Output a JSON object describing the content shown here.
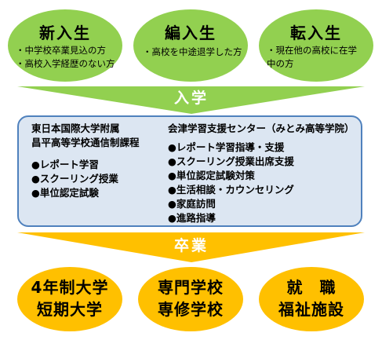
{
  "entry_types": [
    {
      "title": "新入生",
      "lines": [
        "・中学校卒業見込の方",
        "・高校入学経歴のない方"
      ]
    },
    {
      "title": "編入生",
      "lines": [
        "・高校を中途退学した方"
      ]
    },
    {
      "title": "転入生",
      "lines": [
        "・現在他の高校に在学",
        "中の方"
      ]
    }
  ],
  "arrow_top_label": "入学",
  "school": {
    "name_line1": "東日本国際大学附属",
    "name_line2": "昌平高等学校通信制課程",
    "items": [
      "●レポート学習",
      "●スクーリング授業",
      "●単位認定試験"
    ]
  },
  "support": {
    "name": "会津学習支援センター（みとみ高等学院）",
    "items": [
      "●レポート学習指導・支援",
      "●スクーリング授業出席支援",
      "●単位認定試験対策",
      "●生活相談・カウンセリング",
      "●家庭訪問",
      "●進路指導"
    ]
  },
  "arrow_bottom_label": "卒業",
  "destinations": [
    {
      "line1": "4年制大学",
      "line2": "短期大学"
    },
    {
      "line1": "専門学校",
      "line2": "専修学校"
    },
    {
      "line1": "就　職",
      "line2": "福祉施設"
    }
  ],
  "colors": {
    "entry": "#92d050",
    "arrow_top": "#92d050",
    "box_fill": "#dce6f2",
    "box_border": "#4f81bd",
    "arrow_bottom": "#ffc000",
    "destination": "#ffc000"
  }
}
